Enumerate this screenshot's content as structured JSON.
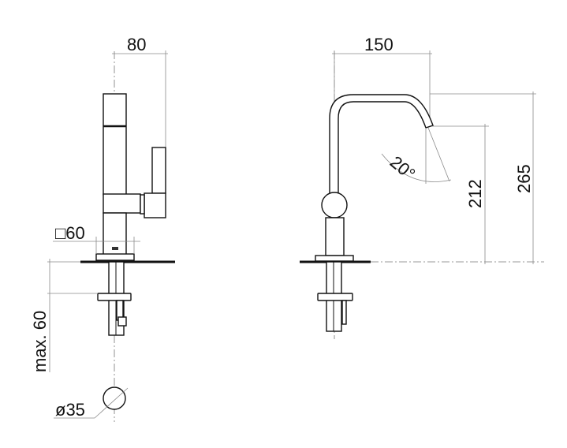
{
  "side_view": {
    "width_dim": "80",
    "square_dim": "□60",
    "depth_dim": "max. 60",
    "hole_dim": "ø35"
  },
  "front_view": {
    "reach_dim": "150",
    "angle_dim": "20°",
    "spout_height_dim": "212",
    "total_height_dim": "265"
  }
}
